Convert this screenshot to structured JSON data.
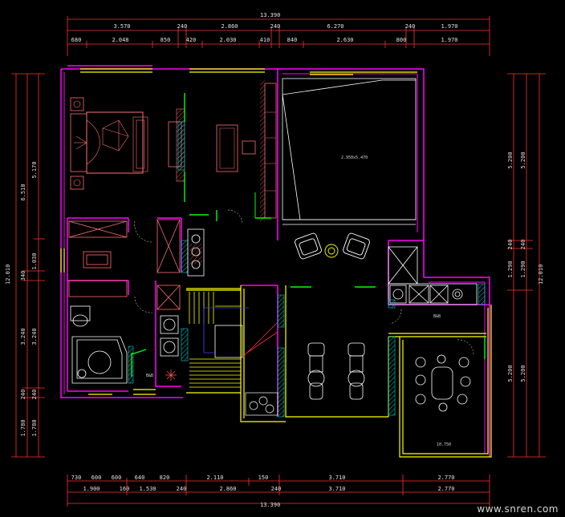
{
  "drawing": {
    "overall_width_label": "13.390",
    "top_row1": [
      "3.570",
      "240",
      "2.860",
      "240",
      "6.270",
      "240",
      "1.970"
    ],
    "top_row2": [
      "680",
      "2.048",
      "850",
      "420",
      "2.030",
      "410",
      "840",
      "2.630",
      "800",
      "1.970"
    ],
    "bottom_row1": [
      "730",
      "600",
      "600",
      "640",
      "820",
      "2.110",
      "150",
      "3.710",
      "2.770"
    ],
    "bottom_row2": [
      "1.900",
      "160",
      "1.530",
      "240",
      "2.860",
      "240",
      "3.710",
      "2.770"
    ],
    "bottom_total_label": "13.390",
    "left_outer": [
      "6.510",
      "340",
      "3.240",
      "240",
      "1.780"
    ],
    "left_outer_total": "12.010",
    "left_inner": [
      "5.170",
      "1.030",
      "3.240",
      "240",
      "1.780"
    ],
    "right_outer": [
      "5.200",
      "240",
      "1.290",
      "5.200"
    ],
    "right_outer_total": "12.010",
    "right_inner": [
      "5.200",
      "240",
      "1.290",
      "5.200"
    ],
    "room_labels": {
      "open_room": "2.950x5.470",
      "bathroom": "B&B",
      "hall_right": "B&B",
      "terrace": "10.750"
    }
  },
  "watermark": "www.snren.com",
  "colors": {
    "background": "#000000",
    "wall": "#ff00ff",
    "window": "#ffff00",
    "door": "#00ff00",
    "furniture": "#ff7070",
    "fixture": "#ffffff",
    "dimension": "#ff3030",
    "hatch": "#00c8c8"
  }
}
